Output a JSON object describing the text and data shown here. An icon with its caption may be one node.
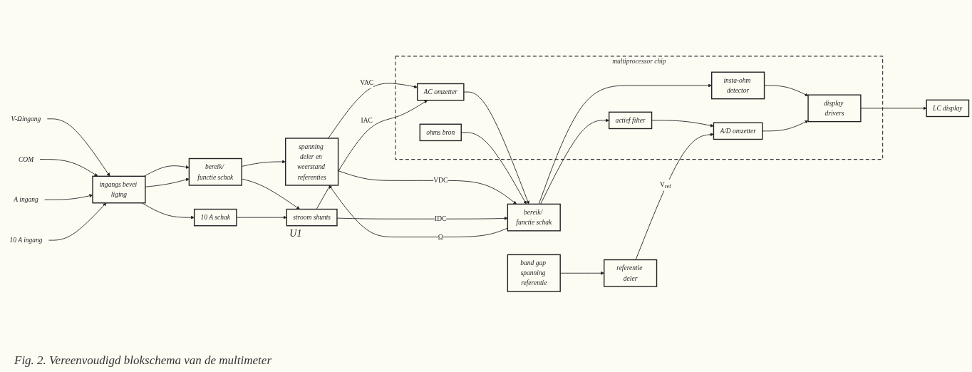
{
  "diagram": {
    "caption": "Fig. 2. Vereenvoudigd blokschema van de multimeter",
    "nodes": [
      {
        "text": [
          "V-Ωingang"
        ]
      },
      {
        "text": [
          "COM"
        ]
      },
      {
        "text": [
          "A ingang"
        ]
      },
      {
        "text": [
          "10 A ingang"
        ]
      },
      {
        "text": [
          "ingangs bevei liging"
        ]
      },
      {
        "text": [
          "bereik/ functie schak"
        ]
      },
      {
        "text": [
          "10 A schak"
        ]
      },
      {
        "text": [
          "spanning deler en weerstand referenties"
        ]
      },
      {
        "text": [
          "stroom shunts"
        ],
        "beside": [
          "U1"
        ]
      },
      {
        "text": [
          "multiprocessor chip"
        ]
      },
      {
        "text": [
          "AC omzetter"
        ],
        "in": 9
      },
      {
        "text": [
          "bereik/ functie schak"
        ]
      },
      {
        "text": [
          "actief filter"
        ],
        "in": 9
      },
      {
        "text": [
          "insta-ohm detector"
        ],
        "in": 9
      },
      {
        "text": [
          "ohms bron"
        ],
        "in": 9
      },
      {
        "text": [
          "A/D omzetter"
        ],
        "in": 9
      },
      {
        "text": [
          "display drivers"
        ],
        "in": 9
      },
      {
        "text": [
          "band gap spanning referentie"
        ]
      },
      {
        "text": [
          "referentie deler"
        ]
      },
      {
        "text": [
          "LC display"
        ]
      }
    ],
    "edges": [
      {
        "from": 0,
        "to": 4,
        "arrow": "to"
      },
      {
        "from": 1,
        "to": 4,
        "arrow": "to"
      },
      {
        "from": 2,
        "to": 4,
        "arrow": "to"
      },
      {
        "from": 3,
        "to": 4,
        "arrow": "to"
      },
      {
        "from": 4,
        "to": 5,
        "arrow": "to"
      },
      {
        "from": 4,
        "to": 5,
        "arrow": "to"
      },
      {
        "from": 4,
        "to": 6,
        "arrow": "to"
      },
      {
        "from": 5,
        "to": 7,
        "arrow": "to"
      },
      {
        "from": 5,
        "to": 8,
        "arrow": "to"
      },
      {
        "from": 6,
        "to": 8,
        "arrow": "to"
      },
      {
        "from": 7,
        "to": 10,
        "arrow": "to",
        "label": "VAC"
      },
      {
        "from": 11,
        "to": 7,
        "arrow": "to",
        "label": "Ω"
      },
      {
        "from": 7,
        "to": 11,
        "arrow": "to",
        "label": "VDC"
      },
      {
        "from": 8,
        "to": 10,
        "arrow": "to",
        "label": "IAC"
      },
      {
        "from": 8,
        "to": 11,
        "arrow": "to",
        "label": "IDC"
      },
      {
        "from": 10,
        "to": 11,
        "arrow": "to"
      },
      {
        "from": 11,
        "to": 12,
        "arrow": "to"
      },
      {
        "from": 11,
        "to": 13,
        "arrow": "to"
      },
      {
        "from": 14,
        "to": 11,
        "arrow": "to"
      },
      {
        "from": 12,
        "to": 15,
        "arrow": "to"
      },
      {
        "from": 13,
        "to": 16,
        "arrow": "to"
      },
      {
        "from": 15,
        "to": 16,
        "arrow": "to"
      },
      {
        "from": 18,
        "to": 15,
        "arrow": "to",
        "label": "V$_{ref}$"
      },
      {
        "from": 17,
        "to": 18,
        "arrow": "to"
      },
      {
        "from": 16,
        "to": 19,
        "arrow": "to"
      }
    ]
  }
}
